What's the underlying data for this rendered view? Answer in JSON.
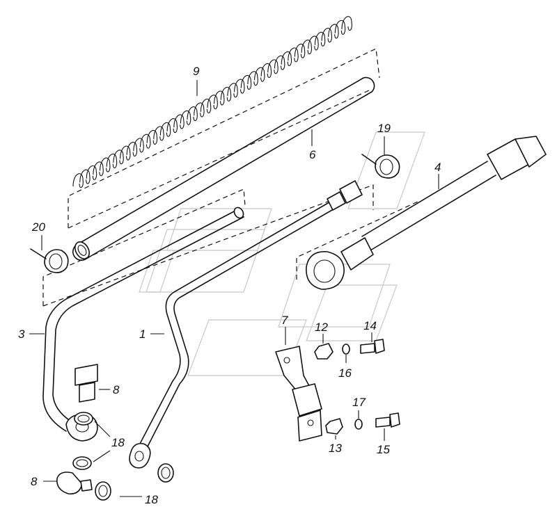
{
  "callouts": {
    "c1": "1",
    "c3": "3",
    "c4": "4",
    "c6": "6",
    "c7": "7",
    "c8a": "8",
    "c8b": "8",
    "c9": "9",
    "c12": "12",
    "c13": "13",
    "c14": "14",
    "c15": "15",
    "c16": "16",
    "c17": "17",
    "c18a": "18",
    "c18b": "18",
    "c19": "19",
    "c20": "20"
  }
}
